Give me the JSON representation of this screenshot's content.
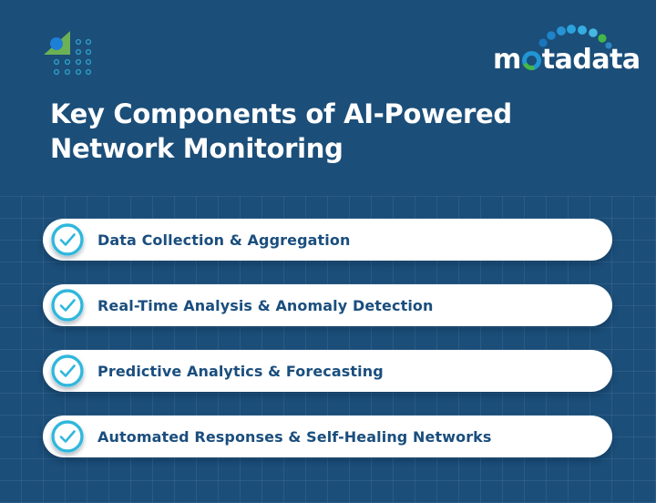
{
  "colors": {
    "background": "#1B4E79",
    "grid_line": "rgba(173,210,238,0.10)",
    "accent_cyan": "#30B7DC",
    "pill_background": "#FFFFFF",
    "pill_text": "#1A4E7E",
    "title_text": "#FFFFFF",
    "logo_green": "#6CB154",
    "logo_blue_dot": "#1E7FD6",
    "logo_dot_outline": "#2D9FC4"
  },
  "header": {
    "brand_mark_icon": "motadata-symbol-icon",
    "wordmark": {
      "full": "motadata",
      "before_o": "m",
      "after_o": "tadata",
      "dots_arc_icon": "logo-dots-arc-icon"
    }
  },
  "title": {
    "line1": "Key Components of AI-Powered",
    "line2": "Network Monitoring"
  },
  "list": {
    "items": [
      {
        "icon": "check-circle-icon",
        "label": "Data Collection & Aggregation"
      },
      {
        "icon": "check-circle-icon",
        "label": "Real-Time Analysis & Anomaly Detection"
      },
      {
        "icon": "check-circle-icon",
        "label": "Predictive Analytics & Forecasting"
      },
      {
        "icon": "check-circle-icon",
        "label": "Automated Responses & Self-Healing Networks"
      }
    ]
  }
}
